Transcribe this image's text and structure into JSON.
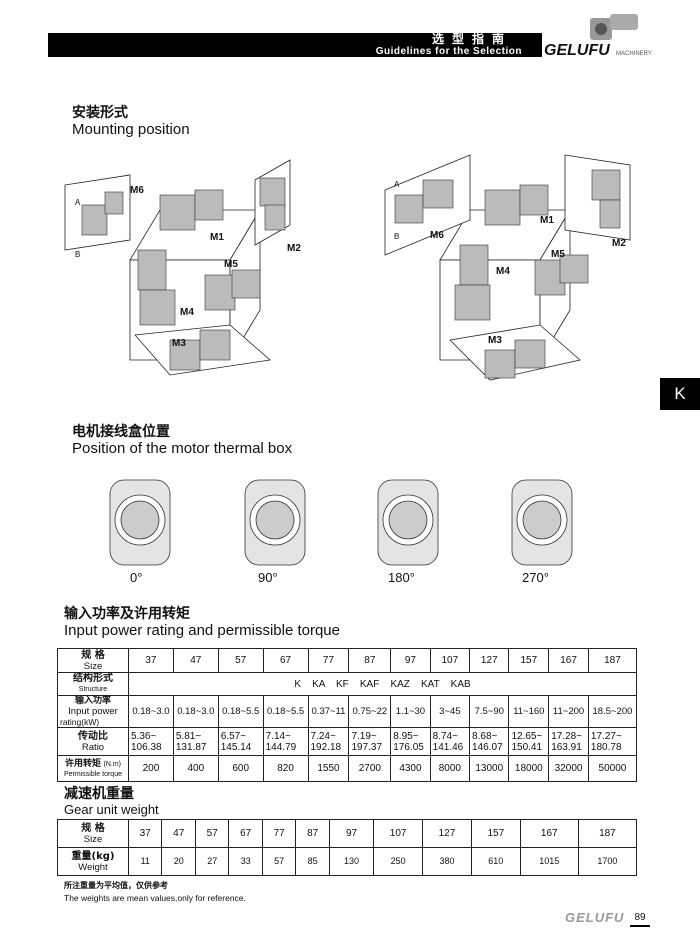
{
  "header": {
    "title_cn": "选型指南",
    "title_en": "Guidelines for the Selection",
    "brand": "GELUFU",
    "brand_sub": "MACHINERY"
  },
  "side_tab": "K",
  "mounting": {
    "title_cn": "安装形式",
    "title_en": "Mounting position",
    "left_labels": [
      "M6",
      "M1",
      "M2",
      "M5",
      "M4",
      "M3"
    ],
    "right_labels": [
      "M6",
      "M1",
      "M2",
      "M4",
      "M5",
      "M3"
    ],
    "side_a": "A",
    "side_b": "B"
  },
  "thermal": {
    "title_cn": "电机接线盒位置",
    "title_en": "Position of the motor thermal box",
    "angles": [
      "0°",
      "90°",
      "180°",
      "270°"
    ]
  },
  "power": {
    "title_cn": "输入功率及许用转矩",
    "title_en": "Input power rating and permissible torque",
    "sizes": [
      "37",
      "47",
      "57",
      "67",
      "77",
      "87",
      "97",
      "107",
      "127",
      "157",
      "167",
      "187"
    ],
    "row_labels": {
      "size_cn": "规 格",
      "size_en": "Size",
      "structure_cn": "结构形式",
      "structure_en": "Structure",
      "power_cn": "输入功率",
      "power_en": "Input power",
      "power_en2": "rating(kW)",
      "ratio_cn": "传动比",
      "ratio_en": "Ratio",
      "torque_cn": "许用转矩",
      "torque_unit": "(N.m)",
      "torque_en": "Permissible torque"
    },
    "structure": "K    KA    KF    KAF    KAZ    KAT    KAB",
    "power": [
      "0.18~3.0",
      "0.18~3.0",
      "0.18~5.5",
      "0.18~5.5",
      "0.37~11",
      "0.75~22",
      "1.1~30",
      "3~45",
      "7.5~90",
      "11~160",
      "11~200",
      "18.5~200"
    ],
    "ratio_min": [
      "5.36~",
      "5.81~",
      "6.57~",
      "7.14~",
      "7.24~",
      "7.19~",
      "8.95~",
      "8.74~",
      "8.68~",
      "12.65~",
      "17.28~",
      "17.27~"
    ],
    "ratio_max": [
      "106.38",
      "131.87",
      "145.14",
      "144.79",
      "192.18",
      "197.37",
      "176.05",
      "141.46",
      "146.07",
      "150.41",
      "163.91",
      "180.78"
    ],
    "torque": [
      "200",
      "400",
      "600",
      "820",
      "1550",
      "2700",
      "4300",
      "8000",
      "13000",
      "18000",
      "32000",
      "50000"
    ]
  },
  "weight": {
    "title_cn": "减速机重量",
    "title_en": "Gear unit weight",
    "size_cn": "规 格",
    "size_en": "Size",
    "weight_cn": "重量(kg)",
    "weight_en": "Weight",
    "sizes": [
      "37",
      "47",
      "57",
      "67",
      "77",
      "87",
      "97",
      "107",
      "127",
      "157",
      "167",
      "187"
    ],
    "values": [
      "11",
      "20",
      "27",
      "33",
      "57",
      "85",
      "130",
      "250",
      "380",
      "610",
      "1015",
      "1700"
    ],
    "note_cn": "所注重量为平均值，仅供参考",
    "note_en": "The weights are mean values,only for reference."
  },
  "footer": {
    "brand": "GELUFU",
    "page": "89"
  }
}
